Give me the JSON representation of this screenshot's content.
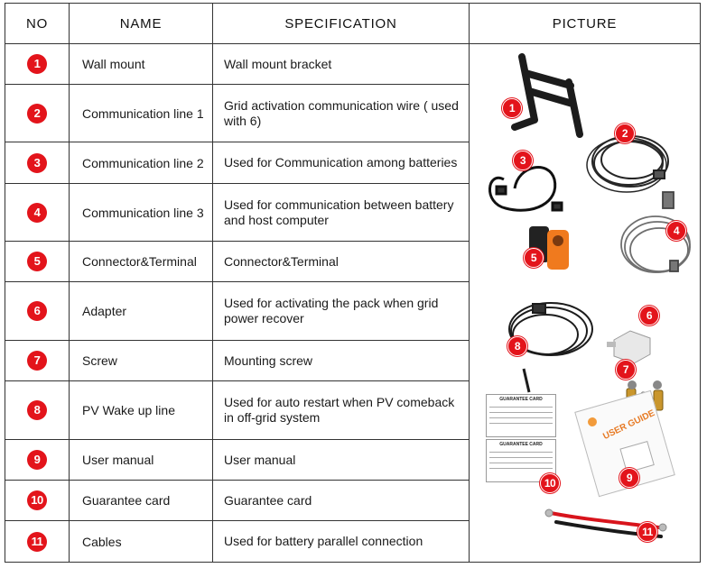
{
  "headers": {
    "no": "NO",
    "name": "NAME",
    "specification": "SPECIFICATION",
    "picture": "PICTURE"
  },
  "rows": [
    {
      "no": "1",
      "name": "Wall mount",
      "spec": "Wall mount bracket"
    },
    {
      "no": "2",
      "name": "Communication line 1",
      "spec": "Grid activation communication wire ( used with 6)"
    },
    {
      "no": "3",
      "name": "Communication line 2",
      "spec": "Used for Communication among batteries"
    },
    {
      "no": "4",
      "name": "Communication line 3",
      "spec": "Used for communication between battery and host computer"
    },
    {
      "no": "5",
      "name": "Connector&Terminal",
      "spec": "Connector&Terminal"
    },
    {
      "no": "6",
      "name": "Adapter",
      "spec": "Used for activating the pack when grid power recover"
    },
    {
      "no": "7",
      "name": "Screw",
      "spec": "Mounting screw"
    },
    {
      "no": "8",
      "name": "PV Wake up line",
      "spec": "Used for auto restart when PV comeback in off-grid system"
    },
    {
      "no": "9",
      "name": "User manual",
      "spec": "User manual"
    },
    {
      "no": "10",
      "name": "Guarantee card",
      "spec": "Guarantee card"
    },
    {
      "no": "11",
      "name": "Cables",
      "spec": "Used for battery parallel connection"
    }
  ],
  "picture_labels": [
    "1",
    "2",
    "3",
    "4",
    "5",
    "6",
    "7",
    "8",
    "9",
    "10",
    "11"
  ],
  "guarantee_card_title": "GUARANTEE CARD",
  "manual_title": "USER GUIDE",
  "colors": {
    "badge": "#e3141b",
    "border": "#333333",
    "orange_terminal": "#f07a1e",
    "red_cable": "#d8141c"
  }
}
